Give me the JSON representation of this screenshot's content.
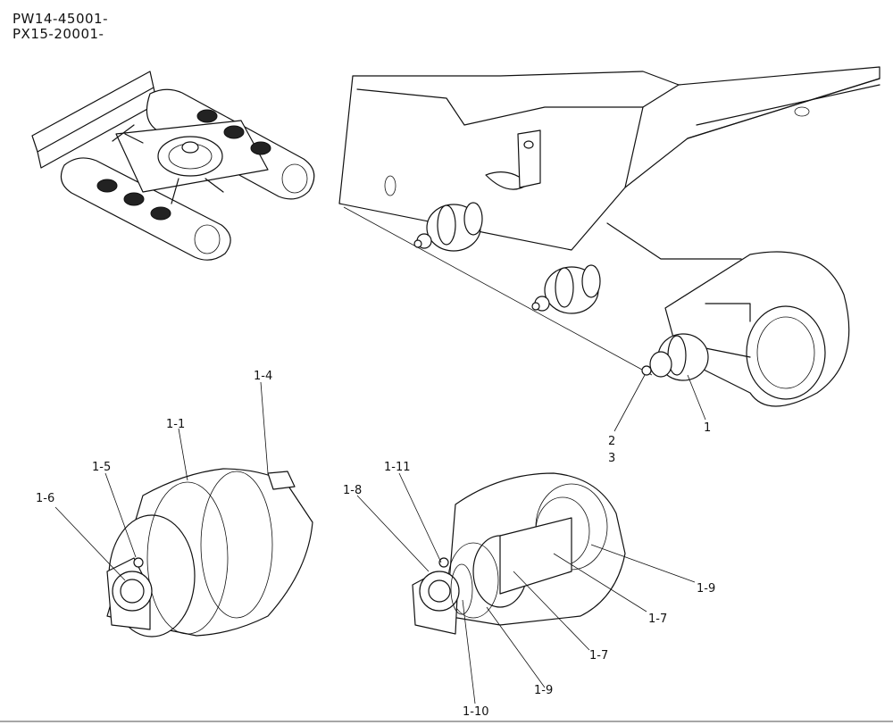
{
  "header": {
    "serial_range_1": "PW14-45001-",
    "serial_range_2": "PX15-20001-"
  },
  "callouts": {
    "main_roller": "1",
    "bolt": "2",
    "washer": "3",
    "roller_body": "1-1",
    "collar": "1-4",
    "plug": "1-5",
    "shaft_end": "1-6",
    "bushing": "1-8",
    "o_ring": "1-11",
    "seal_upper": "1-9",
    "seal_lower": "1-9",
    "floating_seal_upper": "1-7",
    "floating_seal_lower": "1-7",
    "snap_ring": "1-10"
  }
}
